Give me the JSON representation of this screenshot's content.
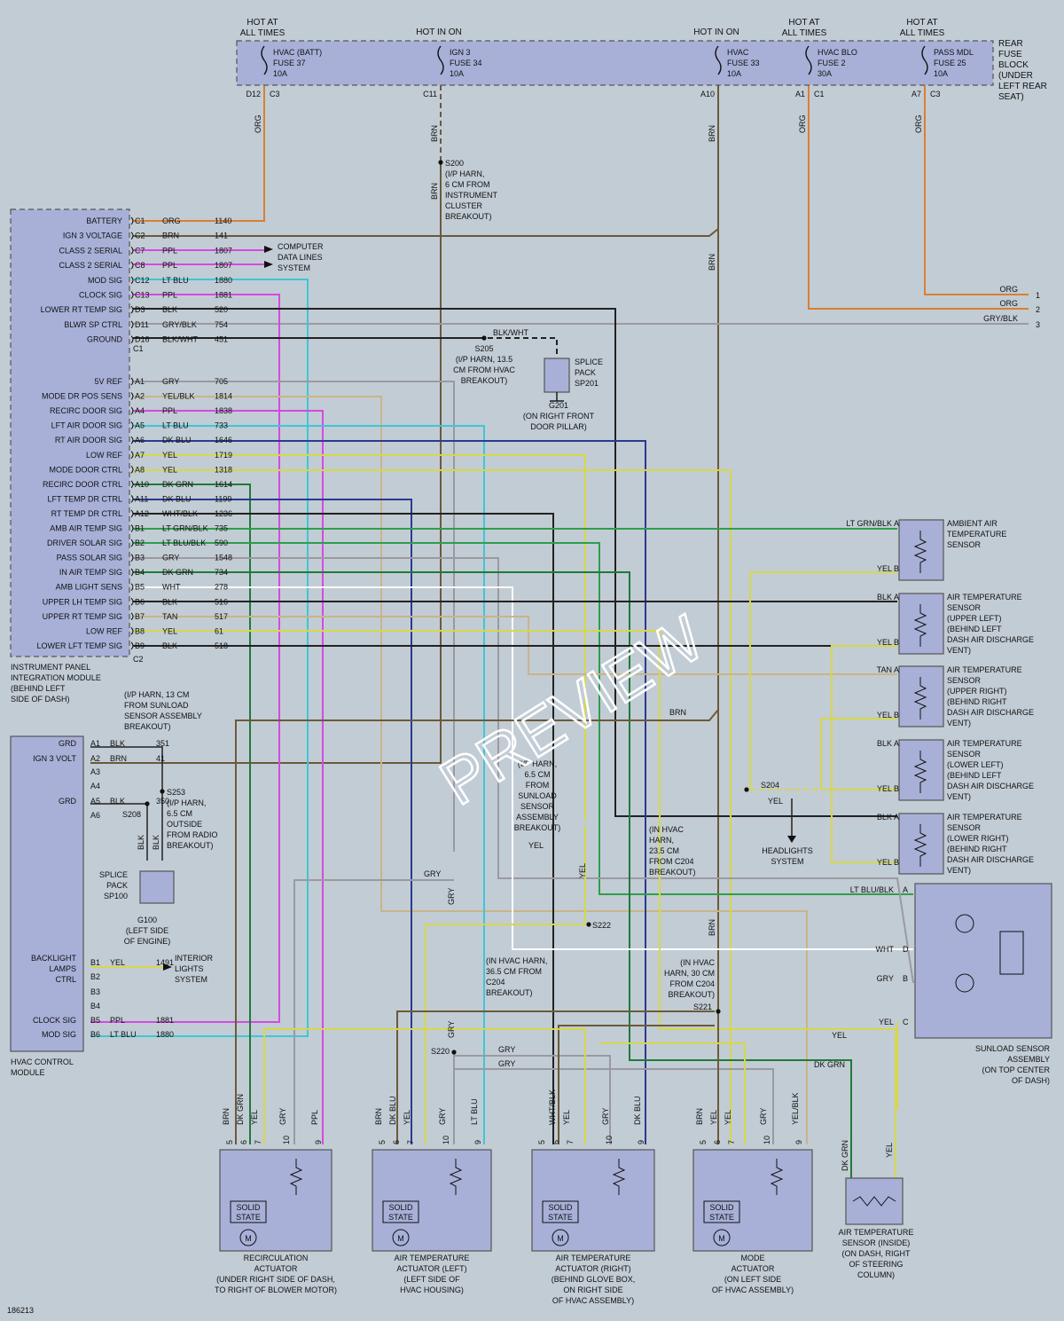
{
  "colors": {
    "background": "#c2ccd4",
    "module_fill": "#a8b0d8",
    "orange": "#d97f34",
    "brown": "#6b5a3a",
    "purple": "#d44ae0",
    "cyan": "#3cc7d6",
    "gray": "#9a9aa0",
    "yellow": "#d6d84a",
    "tan": "#c9b48a",
    "dkblue": "#2a3b8f",
    "dkgreen": "#1f7a3a",
    "green": "#2e9e4c",
    "black": "#222222",
    "whitewire": "#ffffff"
  },
  "fuse_block": {
    "label": [
      "REAR",
      "FUSE",
      "BLOCK",
      "(UNDER",
      "LEFT REAR",
      "SEAT)"
    ],
    "headers": [
      "HOT AT",
      "ALL TIMES",
      "HOT IN ON",
      "HOT IN ON",
      "HOT AT",
      "ALL TIMES",
      "HOT AT",
      "ALL TIMES"
    ],
    "fuses": [
      {
        "lines": [
          "HVAC (BATT)",
          "FUSE 37",
          "10A"
        ],
        "pin": "D12",
        "conn": "C3",
        "wire": "ORG"
      },
      {
        "lines": [
          "IGN 3",
          "FUSE 34",
          "10A"
        ],
        "pin": "C11",
        "conn": "",
        "wire": "BRN"
      },
      {
        "lines": [
          "HVAC",
          "FUSE 33",
          "10A"
        ],
        "pin": "A10",
        "conn": "",
        "wire": "BRN"
      },
      {
        "lines": [
          "HVAC BLO",
          "FUSE 2",
          "30A"
        ],
        "pin": "A1",
        "conn": "C1",
        "wire": "ORG"
      },
      {
        "lines": [
          "PASS MDL",
          "FUSE 25",
          "10A"
        ],
        "pin": "A7",
        "conn": "C3",
        "wire": "ORG"
      }
    ]
  },
  "ipim": {
    "title": [
      "INSTRUMENT PANEL",
      "INTEGRATION MODULE",
      "(BEHIND LEFT",
      "SIDE OF DASH)"
    ],
    "conn_c1": "C1",
    "conn_c2": "C2",
    "pins": [
      {
        "label": "BATTERY",
        "pin": "C1",
        "color": "ORG",
        "circuit": "1140"
      },
      {
        "label": "IGN 3 VOLTAGE",
        "pin": "C2",
        "color": "BRN",
        "circuit": "141"
      },
      {
        "label": "CLASS 2 SERIAL",
        "pin": "C7",
        "color": "PPL",
        "circuit": "1807"
      },
      {
        "label": "CLASS 2 SERIAL",
        "pin": "C8",
        "color": "PPL",
        "circuit": "1807"
      },
      {
        "label": "MOD SIG",
        "pin": "C12",
        "color": "LT BLU",
        "circuit": "1880"
      },
      {
        "label": "CLOCK SIG",
        "pin": "C13",
        "color": "PPL",
        "circuit": "1881"
      },
      {
        "label": "LOWER RT TEMP SIG",
        "pin": "D3",
        "color": "BLK",
        "circuit": "520"
      },
      {
        "label": "BLWR SP CTRL",
        "pin": "D11",
        "color": "GRY/BLK",
        "circuit": "754"
      },
      {
        "label": "GROUND",
        "pin": "D16",
        "color": "BLK/WHT",
        "circuit": "451"
      },
      {
        "label": "5V REF",
        "pin": "A1",
        "color": "GRY",
        "circuit": "705"
      },
      {
        "label": "MODE DR POS SENS",
        "pin": "A2",
        "color": "YEL/BLK",
        "circuit": "1814"
      },
      {
        "label": "RECIRC DOOR SIG",
        "pin": "A4",
        "color": "PPL",
        "circuit": "1838"
      },
      {
        "label": "LFT AIR DOOR SIG",
        "pin": "A5",
        "color": "LT BLU",
        "circuit": "733"
      },
      {
        "label": "RT AIR DOOR SIG",
        "pin": "A6",
        "color": "DK BLU",
        "circuit": "1646"
      },
      {
        "label": "LOW REF",
        "pin": "A7",
        "color": "YEL",
        "circuit": "1719"
      },
      {
        "label": "MODE DOOR CTRL",
        "pin": "A8",
        "color": "YEL",
        "circuit": "1318"
      },
      {
        "label": "RECIRC DOOR CTRL",
        "pin": "A10",
        "color": "DK GRN",
        "circuit": "1614"
      },
      {
        "label": "LFT TEMP DR CTRL",
        "pin": "A11",
        "color": "DK BLU",
        "circuit": "1199"
      },
      {
        "label": "RT TEMP DR CTRL",
        "pin": "A12",
        "color": "WHT/BLK",
        "circuit": "1236"
      },
      {
        "label": "AMB AIR TEMP SIG",
        "pin": "B1",
        "color": "LT GRN/BLK",
        "circuit": "735"
      },
      {
        "label": "DRIVER SOLAR SIG",
        "pin": "B2",
        "color": "LT BLU/BLK",
        "circuit": "590"
      },
      {
        "label": "PASS SOLAR SIG",
        "pin": "B3",
        "color": "GRY",
        "circuit": "1548"
      },
      {
        "label": "IN AIR TEMP SIG",
        "pin": "B4",
        "color": "DK GRN",
        "circuit": "734"
      },
      {
        "label": "AMB LIGHT SENS",
        "pin": "B5",
        "color": "WHT",
        "circuit": "278"
      },
      {
        "label": "UPPER LH TEMP SIG",
        "pin": "B6",
        "color": "BLK",
        "circuit": "516"
      },
      {
        "label": "UPPER RT TEMP SIG",
        "pin": "B7",
        "color": "TAN",
        "circuit": "517"
      },
      {
        "label": "LOW REF",
        "pin": "B8",
        "color": "YEL",
        "circuit": "61"
      },
      {
        "label": "LOWER LFT TEMP SIG",
        "pin": "B9",
        "color": "BLK",
        "circuit": "518"
      }
    ]
  },
  "computer_data": [
    "COMPUTER",
    "DATA LINES",
    "SYSTEM"
  ],
  "splices": {
    "s200": [
      "S200",
      "(I/P HARN,",
      "6 CM FROM",
      "INSTRUMENT",
      "CLUSTER",
      "BREAKOUT)"
    ],
    "s205": [
      "S205",
      "(I/P HARN, 13.5",
      "CM FROM HVAC",
      "BREAKOUT)"
    ],
    "s205_wire": "BLK/WHT",
    "sp201": [
      "SPLICE",
      "PACK",
      "SP201"
    ],
    "g201": [
      "G201",
      "(ON RIGHT FRONT",
      "DOOR PILLAR)"
    ],
    "s208_note": [
      "(I/P HARN, 13 CM",
      "FROM SUNLOAD",
      "SENSOR ASSEMBLY",
      "BREAKOUT)"
    ],
    "s253": [
      "S253",
      "(I/P HARN,",
      "6.5 CM",
      "OUTSIDE",
      "FROM RADIO",
      "BREAKOUT)"
    ],
    "s208": "S208",
    "sp100": [
      "SPLICE",
      "PACK",
      "SP100"
    ],
    "g100": [
      "G100",
      "(LEFT SIDE",
      "OF ENGINE)"
    ],
    "sunload_breakout": [
      "(I/P HARN,",
      "6.5 CM",
      "FROM",
      "SUNLOAD",
      "SENSOR",
      "ASSEMBLY",
      "BREAKOUT)"
    ],
    "s204": "S204",
    "s222": "S222",
    "c204_note": [
      "(IN HVAC",
      "HARN,",
      "23.5 CM",
      "FROM C204",
      "BREAKOUT)"
    ],
    "s220": "S220",
    "s220_note": [
      "(IN HVAC HARN,",
      "36.5 CM FROM",
      "C204",
      "BREAKOUT)"
    ],
    "s221": "S221",
    "s221_note": [
      "(IN HVAC",
      "HARN, 30 CM",
      "FROM C204",
      "BREAKOUT)"
    ],
    "headlights": [
      "HEADLIGHTS",
      "SYSTEM"
    ],
    "interior": [
      "INTERIOR",
      "LIGHTS",
      "SYSTEM"
    ]
  },
  "hvac_module": {
    "title": [
      "HVAC CONTROL",
      "MODULE"
    ],
    "pins": [
      {
        "label": "GRD",
        "pin": "A1",
        "color": "BLK",
        "circuit": "351"
      },
      {
        "label": "IGN 3 VOLT",
        "pin": "A2",
        "color": "BRN",
        "circuit": "41"
      },
      {
        "label": "",
        "pin": "A3",
        "color": "",
        "circuit": ""
      },
      {
        "label": "",
        "pin": "A4",
        "color": "",
        "circuit": ""
      },
      {
        "label": "GRD",
        "pin": "A5",
        "color": "BLK",
        "circuit": "350"
      },
      {
        "label": "",
        "pin": "A6",
        "color": "",
        "circuit": ""
      },
      {
        "label": "BACKLIGHT",
        "pin": "B1",
        "color": "YEL",
        "circuit": "1491"
      },
      {
        "label": "",
        "pin": "B2",
        "color": "",
        "circuit": ""
      },
      {
        "label": "",
        "pin": "B3",
        "color": "",
        "circuit": ""
      },
      {
        "label": "",
        "pin": "B4",
        "color": "",
        "circuit": ""
      },
      {
        "label": "CLOCK SIG",
        "pin": "B5",
        "color": "PPL",
        "circuit": "1881"
      },
      {
        "label": "MOD SIG",
        "pin": "B6",
        "color": "LT BLU",
        "circuit": "1880"
      }
    ],
    "backlight_label": [
      "BACKLIGHT",
      "LAMPS",
      "CTRL"
    ]
  },
  "right_connector": {
    "pins": [
      "1",
      "2",
      "3"
    ],
    "colors": [
      "ORG",
      "ORG",
      "GRY/BLK"
    ]
  },
  "sensors": [
    {
      "name": [
        "AMBIENT AIR",
        "TEMPERATURE",
        "SENSOR"
      ],
      "a": "LT GRN/BLK",
      "b": "YEL"
    },
    {
      "name": [
        "AIR TEMPERATURE",
        "SENSOR",
        "(UPPER LEFT)",
        "(BEHIND LEFT",
        "DASH AIR DISCHARGE",
        "VENT)"
      ],
      "a": "BLK",
      "b": "YEL"
    },
    {
      "name": [
        "AIR TEMPERATURE",
        "SENSOR",
        "(UPPER RIGHT)",
        "(BEHIND RIGHT",
        "DASH AIR DISCHARGE",
        "VENT)"
      ],
      "a": "TAN",
      "b": "YEL"
    },
    {
      "name": [
        "AIR TEMPERATURE",
        "SENSOR",
        "(LOWER LEFT)",
        "(BEHIND LEFT",
        "DASH AIR DISCHARGE",
        "VENT)"
      ],
      "a": "BLK",
      "b": "YEL"
    },
    {
      "name": [
        "AIR TEMPERATURE",
        "SENSOR",
        "(LOWER RIGHT)",
        "(BEHIND RIGHT",
        "DASH AIR DISCHARGE",
        "VENT)"
      ],
      "a": "BLK",
      "b": "YEL"
    }
  ],
  "sunload": {
    "name": [
      "SUNLOAD SENSOR",
      "ASSEMBLY",
      "(ON TOP CENTER",
      "OF DASH)"
    ],
    "pins": [
      {
        "pin": "A",
        "color": "LT BLU/BLK"
      },
      {
        "pin": "D",
        "color": "WHT"
      },
      {
        "pin": "B",
        "color": "GRY"
      },
      {
        "pin": "C",
        "color": "YEL"
      }
    ]
  },
  "inside_sensor": {
    "name": [
      "AIR TEMPERATURE",
      "SENSOR (INSIDE)",
      "(ON DASH, RIGHT",
      "OF STEERING",
      "COLUMN)"
    ],
    "a": "DK GRN",
    "b": "YEL"
  },
  "actuators": [
    {
      "name": [
        "RECIRCULATION",
        "ACTUATOR",
        "(UNDER RIGHT SIDE OF DASH,",
        "TO RIGHT OF BLOWER MOTOR)"
      ],
      "wires": [
        "BRN",
        "DK GRN",
        "YEL",
        "GRY",
        "PPL"
      ]
    },
    {
      "name": [
        "AIR TEMPERATURE",
        "ACTUATOR (LEFT)",
        "(LEFT SIDE OF",
        "HVAC HOUSING)"
      ],
      "wires": [
        "BRN",
        "DK BLU",
        "YEL",
        "GRY",
        "LT BLU"
      ]
    },
    {
      "name": [
        "AIR TEMPERATURE",
        "ACTUATOR (RIGHT)",
        "(BEHIND GLOVE BOX,",
        "ON RIGHT SIDE",
        "OF HVAC ASSEMBLY)"
      ],
      "wires": [
        "WHT/BLK",
        "YEL",
        "GRY",
        "DK BLU"
      ]
    },
    {
      "name": [
        "MODE",
        "ACTUATOR",
        "(ON LEFT SIDE",
        "OF HVAC ASSEMBLY)"
      ],
      "wires": [
        "BRN",
        "YEL",
        "YEL",
        "GRY",
        "YEL/BLK"
      ]
    }
  ],
  "actuator_pins": [
    "5",
    "6",
    "7",
    "10",
    "9"
  ],
  "solid_state": [
    "SOLID",
    "STATE"
  ],
  "motor_symbol": "M",
  "misc_labels": {
    "brn": "BRN",
    "yel": "YEL",
    "gry": "GRY",
    "dkgrn": "DK GRN",
    "org": "ORG"
  },
  "watermark": "PREVIEW",
  "doc_id": "186213"
}
